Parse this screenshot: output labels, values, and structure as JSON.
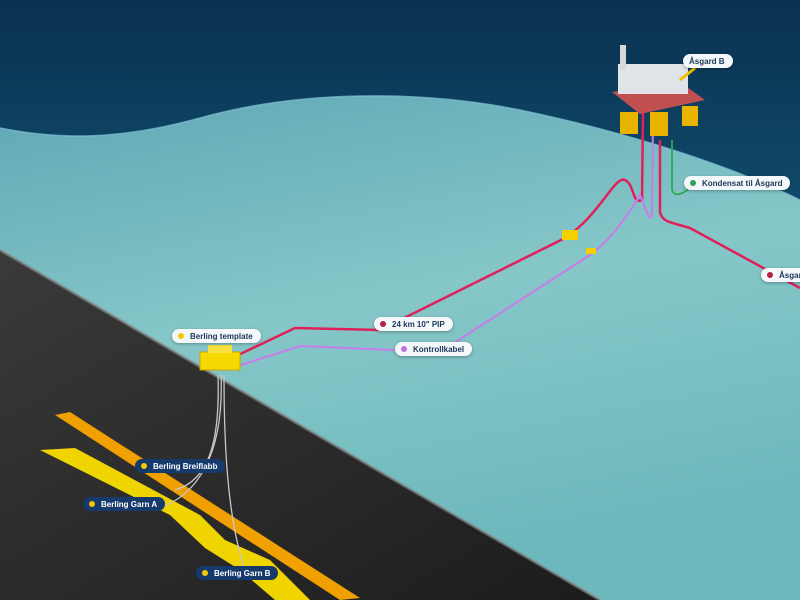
{
  "labels": {
    "asgard_b": {
      "text": "Åsgard B"
    },
    "kondensat": {
      "text": "Kondensat til Åsgard",
      "color": "#2e9e5a"
    },
    "asgard_t": {
      "text": "Åsgard T",
      "color": "#b0204a"
    },
    "pip": {
      "text": "24 km 10\" PIP",
      "color": "#b0204a"
    },
    "kontrollkabel": {
      "text": "Kontrollkabel",
      "color": "#c070e0"
    },
    "template": {
      "text": "Berling template",
      "color": "#f5c800"
    },
    "breiflabb": {
      "text": "Berling Breiflabb",
      "color": "#f5c800"
    },
    "garn_a": {
      "text": "Berling Garn A",
      "color": "#f5c800"
    },
    "garn_b": {
      "text": "Berling Garn B",
      "color": "#f5c800"
    }
  },
  "colors": {
    "pipeline": "#e0205a",
    "control_cable": "#c77ce8",
    "condensate": "#2ea85a",
    "reservoir": "#f0d000",
    "reservoir_orange": "#f0a000"
  }
}
